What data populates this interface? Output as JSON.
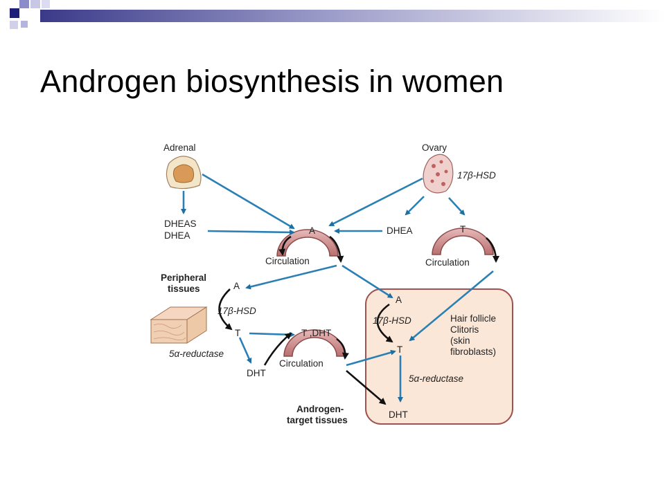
{
  "slide": {
    "title": "Androgen biosynthesis in women"
  },
  "diagram": {
    "adrenal": "Adrenal",
    "ovary": "Ovary",
    "ovary_enzyme": "17β-HSD",
    "dheas": "DHEAS",
    "dhea_left": "DHEA",
    "dhea_right": "DHEA",
    "circ_a_label": "A",
    "circ_t_label": "T",
    "circ_left": "Circulation",
    "circ_right": "Circulation",
    "peripheral_1": "Peripheral",
    "peripheral_2": "tissues",
    "pt_a": "A",
    "pt_enzyme": "17β-HSD",
    "pt_t": "T",
    "pt_reductase": "5α-reductase",
    "pt_dht": "DHT",
    "circ_tdht_label": "T ,DHT",
    "circ_bottom": "Circulation",
    "target_1": "Androgen-",
    "target_2": "target tissues",
    "hf_a": "A",
    "hf_enzyme": "17β-HSD",
    "hf_t": "T",
    "hf_reductase": "5α-reductase",
    "hf_dht": "DHT",
    "hf_line1": "Hair follicle",
    "hf_line2": "Clitoris",
    "hf_line3": "(skin",
    "hf_line4": "fibroblasts)"
  },
  "colors": {
    "deco_navy": "#1f1f7a",
    "deco_lavender": "#8080c0",
    "arrow_blue": "#2a7fb5",
    "vessel": "#c98a8a",
    "box_fill": "#fbe6d6",
    "box_stroke": "#a0524e"
  }
}
